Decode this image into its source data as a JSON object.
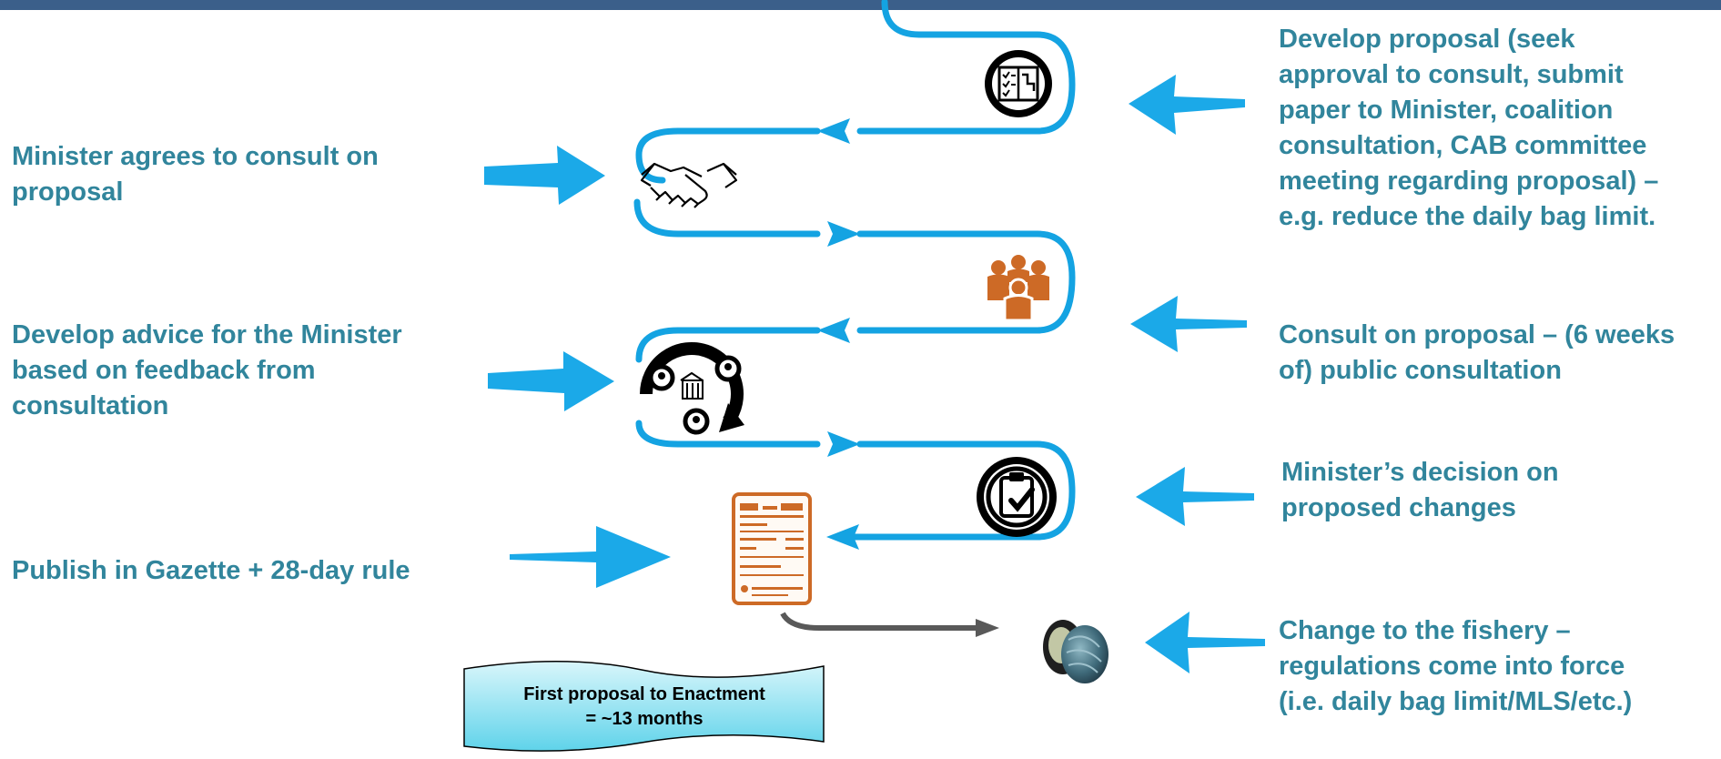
{
  "left_labels": [
    {
      "id": "minister-agrees",
      "lines": [
        "Minister agrees to consult on",
        "proposal"
      ]
    },
    {
      "id": "develop-advice",
      "lines": [
        "Develop advice for the Minister",
        "based on feedback from",
        "consultation"
      ]
    },
    {
      "id": "publish-gazette",
      "lines": [
        "Publish in Gazette + 28-day rule"
      ]
    }
  ],
  "right_labels": [
    {
      "id": "develop-proposal",
      "lines": [
        "Develop proposal (seek",
        "approval to consult, submit",
        "paper to Minister, coalition",
        "consultation, CAB committee",
        "meeting regarding proposal) –",
        "e.g. reduce the daily bag limit."
      ]
    },
    {
      "id": "consult-proposal",
      "lines": [
        "Consult on proposal – (6 weeks",
        "of) public consultation"
      ]
    },
    {
      "id": "minister-decision",
      "lines": [
        "Minister’s decision on",
        "proposed changes"
      ]
    },
    {
      "id": "change-fishery",
      "lines": [
        "Change to the fishery –",
        "regulations come into force",
        "(i.e. daily bag limit/MLS/etc.)"
      ]
    }
  ],
  "banner": {
    "lines": [
      "First proposal to Enactment",
      "= ~13 months"
    ]
  },
  "icons": [
    "checklist-flowchart-icon",
    "handshake-icon",
    "people-group-icon",
    "stakeholder-cycle-icon",
    "clipboard-check-icon",
    "gazette-document-icon",
    "abalone-shell-icon"
  ],
  "colors": {
    "label": "#31859c",
    "arrow": "#1ba9e8",
    "path": "#14a3e2",
    "orange": "#cd6a26",
    "banner_top": "#d9f6fb",
    "banner_bottom": "#5fd3ea",
    "header_bar": "#3b5f8a"
  }
}
